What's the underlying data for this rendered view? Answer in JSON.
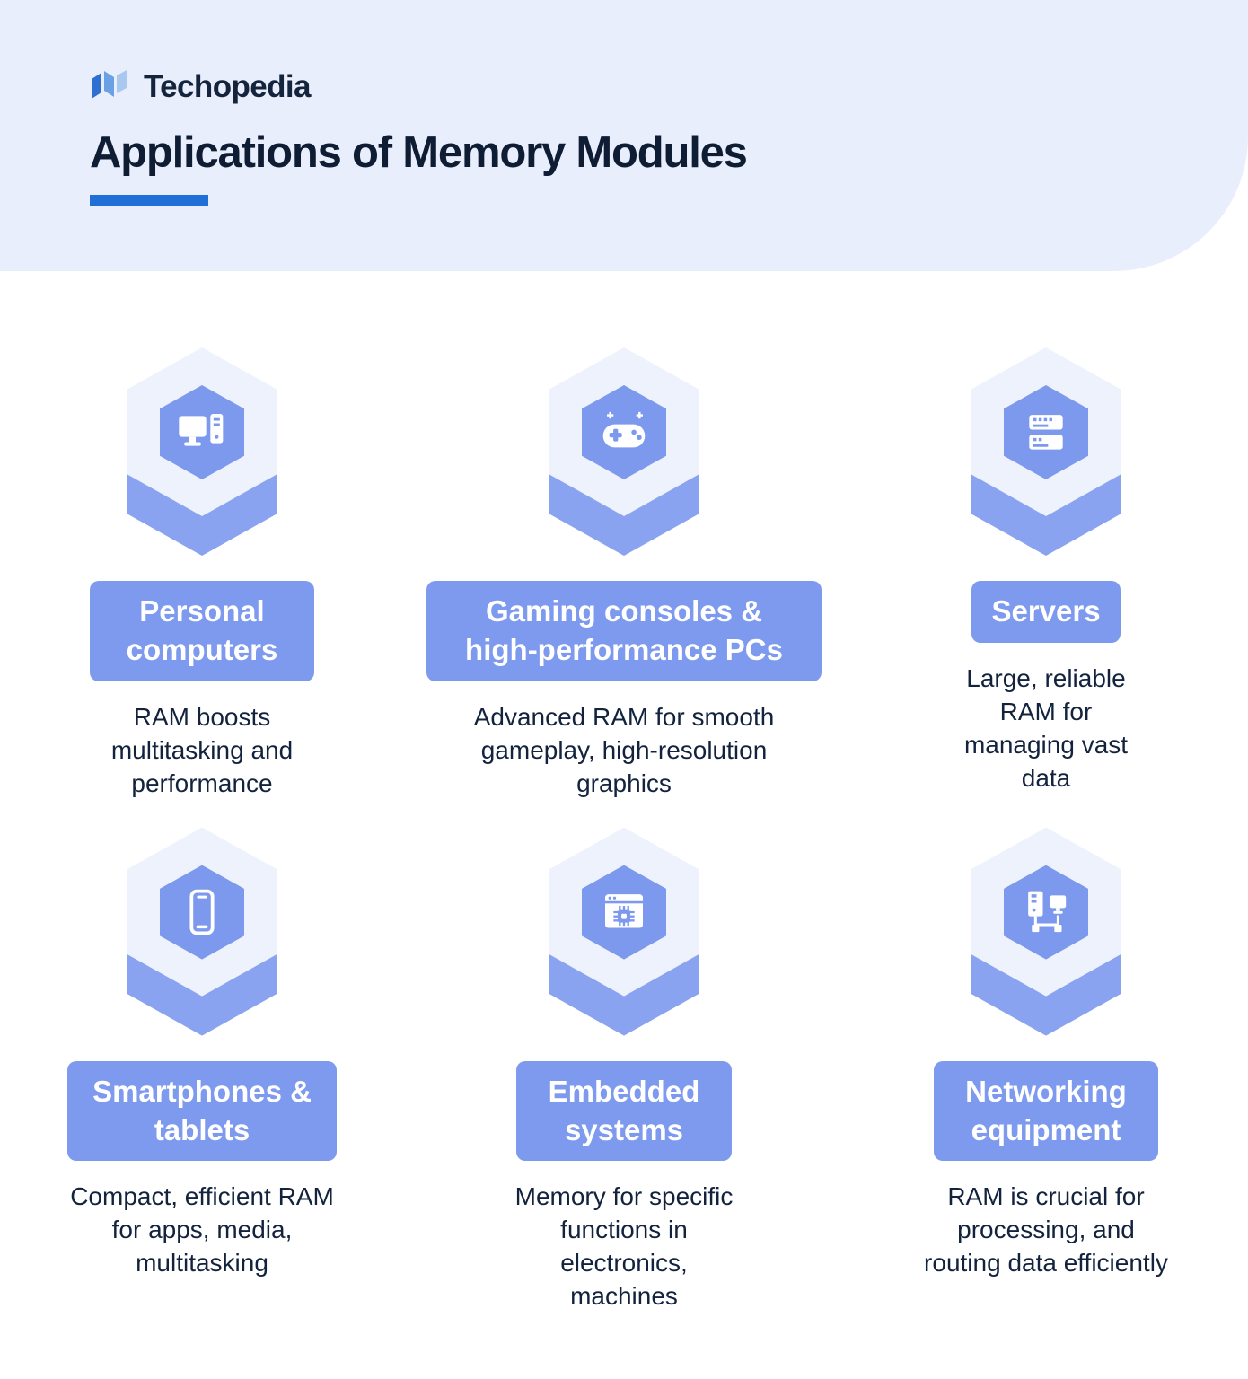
{
  "header": {
    "brand": "Techopedia",
    "title": "Applications of Memory Modules"
  },
  "colors": {
    "header_bg": "#e9eefc",
    "periwinkle": "#7e9aef",
    "hex_back": "#8aa3f0",
    "hex_front": "#edf2fd",
    "underline_blue": "#1f6fd6",
    "text_dark": "#13233e"
  },
  "cards": [
    {
      "icon": "desktop-computer-icon",
      "label": "Personal computers",
      "desc": "RAM boosts multitasking and performance"
    },
    {
      "icon": "gamepad-icon",
      "label": "Gaming consoles & high-performance PCs",
      "desc": "Advanced RAM for smooth gameplay, high-resolution graphics"
    },
    {
      "icon": "server-icon",
      "label": "Servers",
      "desc": "Large, reliable RAM for managing vast data"
    },
    {
      "icon": "smartphone-icon",
      "label": "Smartphones & tablets",
      "desc": "Compact, efficient RAM for apps, media, multitasking"
    },
    {
      "icon": "embedded-chip-icon",
      "label": "Embedded systems",
      "desc": "Memory for specific functions in electronics, machines"
    },
    {
      "icon": "network-equipment-icon",
      "label": "Networking equipment",
      "desc": "RAM is crucial for processing, and routing data efficiently"
    }
  ]
}
